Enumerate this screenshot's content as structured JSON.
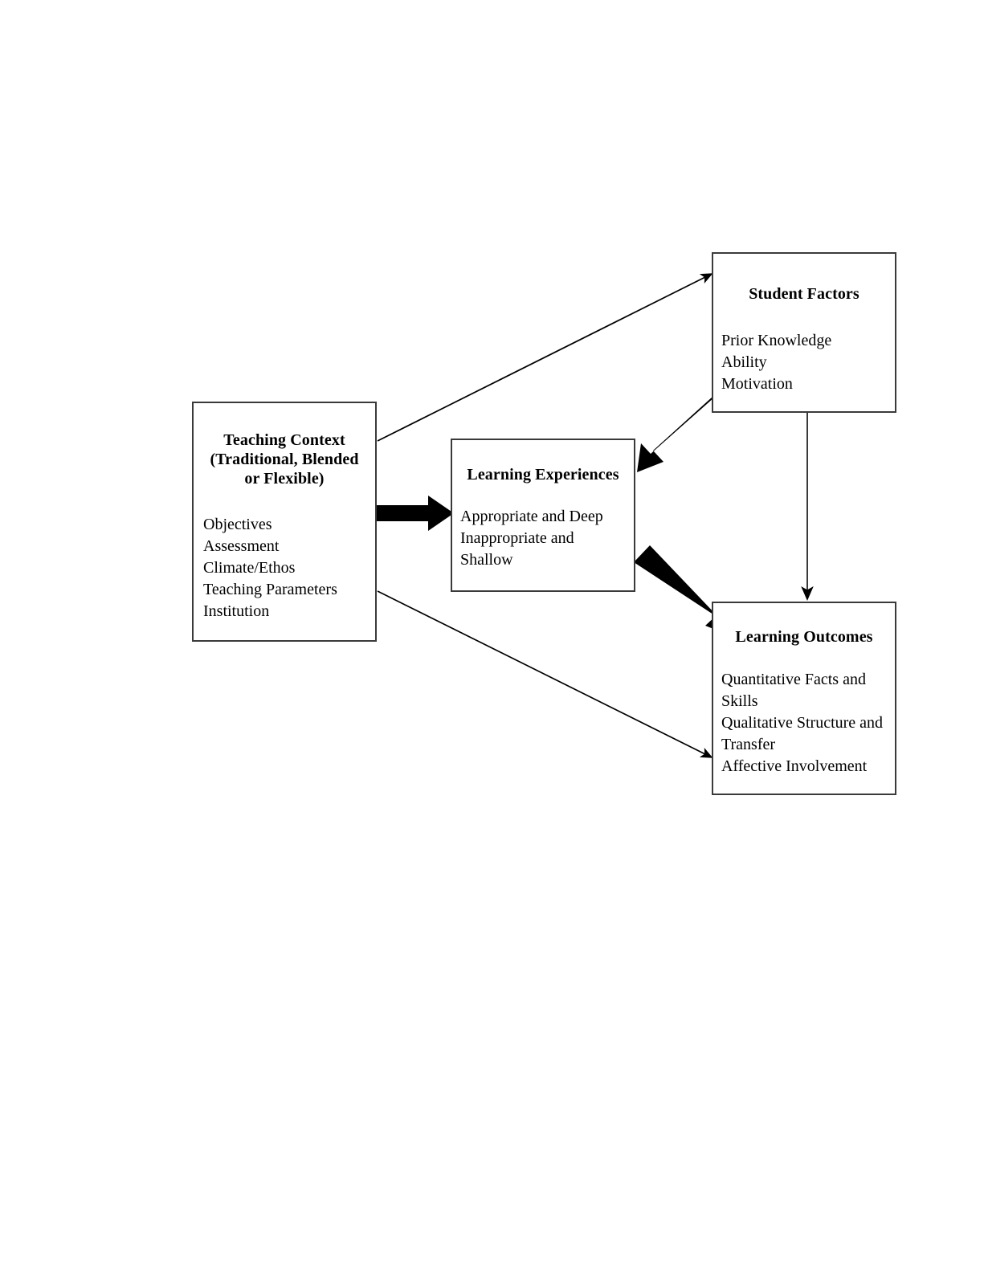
{
  "diagram": {
    "type": "flow-diagram",
    "background_color": "#ffffff",
    "box_border_color": "#3a3a3a",
    "arrow_color": "#000000",
    "nodes": [
      {
        "id": "teaching-context",
        "title_lines": [
          "Teaching Context",
          "(Traditional, Blended",
          "or Flexible)"
        ],
        "items": [
          "Objectives",
          "Assessment",
          "Climate/Ethos",
          "Teaching Parameters",
          "Institution"
        ]
      },
      {
        "id": "learning-experiences",
        "title_lines": [
          "Learning Experiences"
        ],
        "items": [
          "Appropriate and Deep",
          "Inappropriate and",
          "Shallow"
        ]
      },
      {
        "id": "student-factors",
        "title_lines": [
          "Student Factors"
        ],
        "items": [
          "Prior Knowledge",
          "Ability",
          "Motivation"
        ]
      },
      {
        "id": "learning-outcomes",
        "title_lines": [
          "Learning Outcomes"
        ],
        "items": [
          "Quantitative Facts and Skills",
          "Qualitative Structure and Transfer",
          "Affective Involvement"
        ]
      }
    ],
    "edges": [
      {
        "id": "teaching-context-to-student-factors",
        "from": "teaching-context",
        "to": "student-factors",
        "style": "thin"
      },
      {
        "id": "teaching-context-to-learning-experiences",
        "from": "teaching-context",
        "to": "learning-experiences",
        "style": "thick"
      },
      {
        "id": "teaching-context-to-learning-outcomes",
        "from": "teaching-context",
        "to": "learning-outcomes",
        "style": "thin"
      },
      {
        "id": "student-factors-to-learning-experiences",
        "from": "student-factors",
        "to": "learning-experiences",
        "style": "thick"
      },
      {
        "id": "student-factors-to-learning-outcomes",
        "from": "student-factors",
        "to": "learning-outcomes",
        "style": "thin"
      },
      {
        "id": "learning-experiences-to-learning-outcomes",
        "from": "learning-experiences",
        "to": "learning-outcomes",
        "style": "thick"
      }
    ]
  }
}
